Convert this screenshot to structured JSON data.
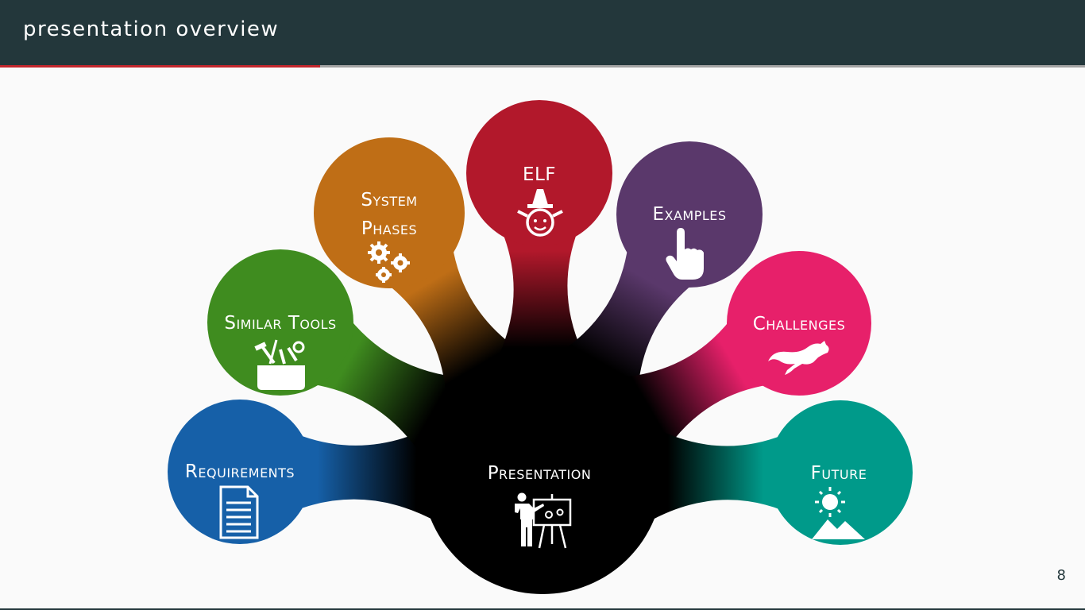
{
  "header": {
    "title": "presentation overview"
  },
  "footer": {
    "page_number": "8"
  },
  "progress": {
    "fraction": 0.295
  },
  "diagram": {
    "center": {
      "label": "Presentation",
      "icon": "presenter-board-icon",
      "color": "#000000"
    },
    "nodes": [
      {
        "id": "requirements",
        "label": "Requirements",
        "icon": "document-icon",
        "color": "#1660a8"
      },
      {
        "id": "similar-tools",
        "label": "Similar Tools",
        "icon": "toolbox-icon",
        "color": "#3f8c1f"
      },
      {
        "id": "system-phases",
        "label_lines": [
          "System",
          "Phases"
        ],
        "icon": "gears-icon",
        "color": "#bf6e16"
      },
      {
        "id": "elf",
        "label": "ELF",
        "icon": "elf-face-icon",
        "color": "#b2182b"
      },
      {
        "id": "examples",
        "label": "Examples",
        "icon": "pointing-hand-icon",
        "color": "#5a386b"
      },
      {
        "id": "challenges",
        "label": "Challenges",
        "icon": "squirrel-icon",
        "color": "#e7206a"
      },
      {
        "id": "future",
        "label": "Future",
        "icon": "sun-mountains-icon",
        "color": "#009a8a"
      }
    ]
  }
}
